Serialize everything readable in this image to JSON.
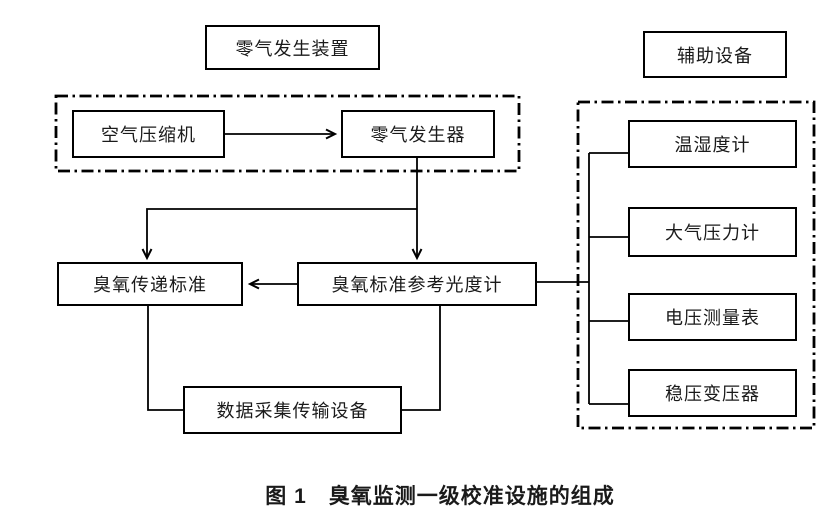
{
  "figure": {
    "caption": "图 1　臭氧监测一级校准设施的组成"
  },
  "groups": {
    "zero_gas": {
      "title": "零气发生装置",
      "air_compressor": "空气压缩机",
      "zero_gas_generator": "零气发生器"
    },
    "auxiliary": {
      "title": "辅助设备",
      "devices": [
        "温湿度计",
        "大气压力计",
        "电压测量表",
        "稳压变压器"
      ]
    }
  },
  "nodes": {
    "ozone_transfer_standard": "臭氧传递标准",
    "ozone_reference_photometer": "臭氧标准参考光度计",
    "data_acquisition": "数据采集传输设备"
  },
  "colors": {
    "line": "#000000",
    "background": "#ffffff",
    "text": "#1a1a1a"
  }
}
